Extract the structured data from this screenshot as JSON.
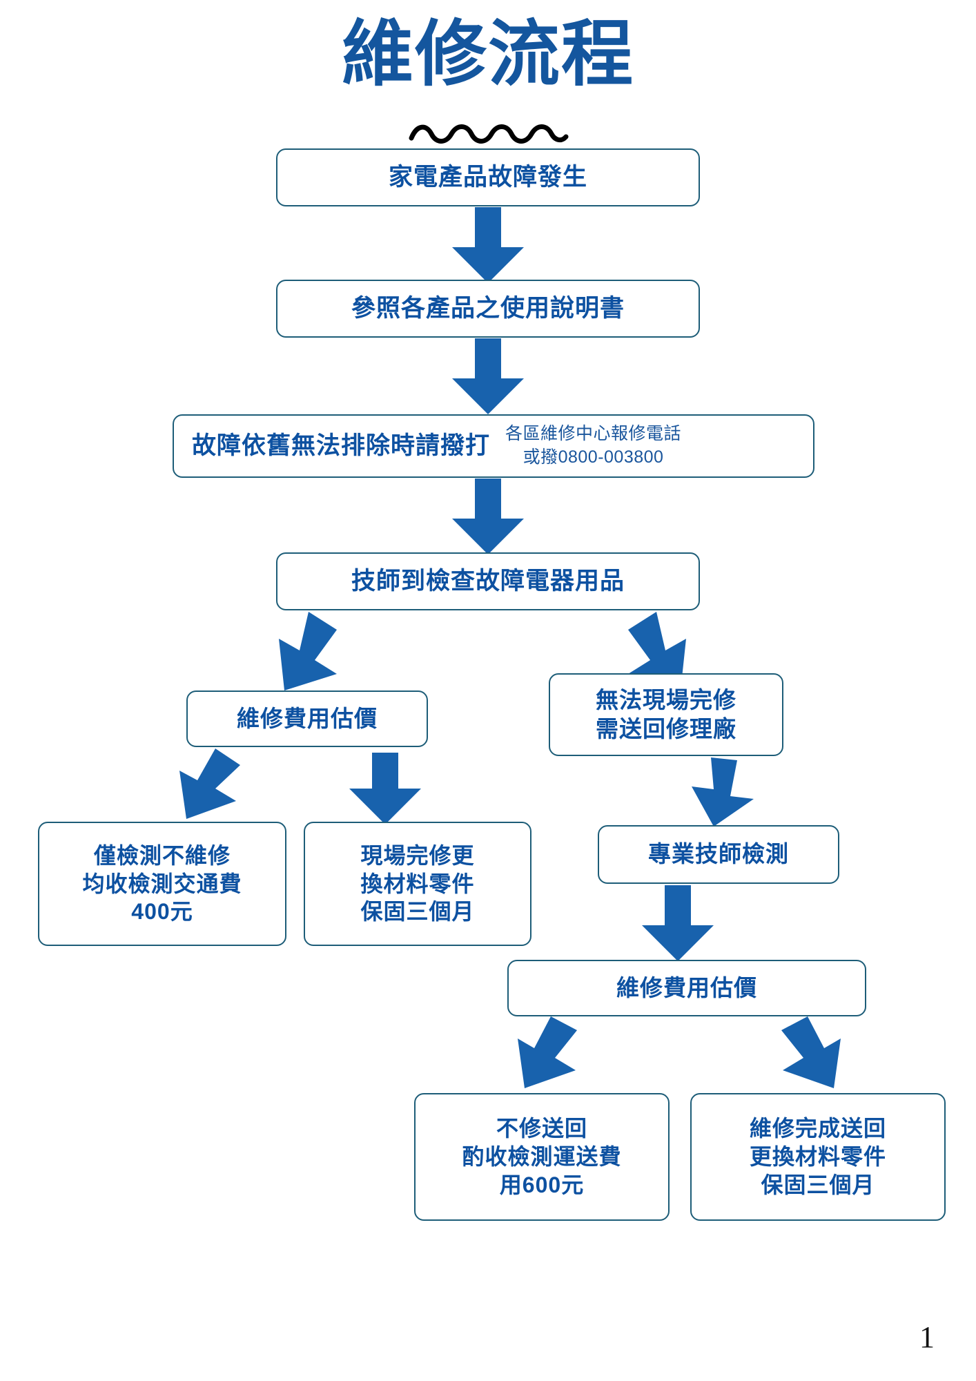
{
  "page": {
    "title": "維修流程",
    "page_number": "1",
    "colors": {
      "title_blue": "#14569e",
      "box_border": "#1d5d78",
      "box_text": "#0d51a1",
      "arrow_blue": "#1862ad",
      "note_text": "#19559c",
      "squiggle": "#000000",
      "background": "#ffffff"
    }
  },
  "nodes": {
    "n1": {
      "text": "家電產品故障發生"
    },
    "n2": {
      "text": "參照各產品之使用說明書"
    },
    "n3": {
      "main": "故障依舊無法排除時請撥打",
      "note_line1": "各區維修中心報修電話",
      "note_line2": "或撥0800-003800"
    },
    "n4": {
      "text": "技師到檢查故障電器用品"
    },
    "n5": {
      "text": "維修費用估價"
    },
    "n6": {
      "line1": "無法現場完修",
      "line2": "需送回修理廠"
    },
    "n7": {
      "line1": "僅檢測不維修",
      "line2": "均收檢測交通費",
      "line3": "400元"
    },
    "n8": {
      "line1": "現場完修更",
      "line2": "換材料零件",
      "line3": "保固三個月"
    },
    "n9": {
      "text": "專業技師檢測"
    },
    "n10": {
      "text": "維修費用估價"
    },
    "n11": {
      "line1": "不修送回",
      "line2": "酌收檢測運送費",
      "line3": "用600元"
    },
    "n12": {
      "line1": "維修完成送回",
      "line2": "更換材料零件",
      "line3": "保固三個月"
    }
  },
  "arrows": {
    "a1": {
      "name": "arrow-n1-to-n2"
    },
    "a2": {
      "name": "arrow-n2-to-n3"
    },
    "a3": {
      "name": "arrow-n3-to-n4"
    },
    "a4": {
      "name": "arrow-n4-to-n5"
    },
    "a5": {
      "name": "arrow-n4-to-n6"
    },
    "a6": {
      "name": "arrow-n5-to-n7"
    },
    "a7": {
      "name": "arrow-n5-to-n8"
    },
    "a8": {
      "name": "arrow-n6-to-n9"
    },
    "a9": {
      "name": "arrow-n9-to-n10"
    },
    "a10": {
      "name": "arrow-n10-to-n11"
    },
    "a11": {
      "name": "arrow-n10-to-n12"
    }
  }
}
